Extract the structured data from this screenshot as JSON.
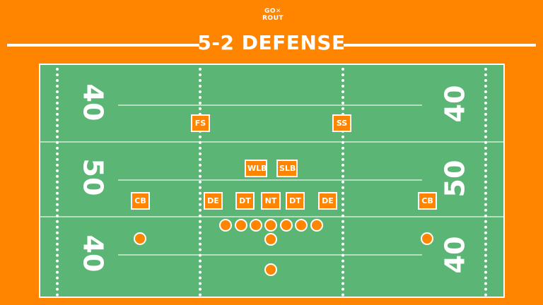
{
  "logo": {
    "line1": "GO✕",
    "line2": "ROUT"
  },
  "title": "5-2 DEFENSE",
  "field": {
    "yard_numbers_left": [
      "40",
      "50",
      "40"
    ],
    "yard_numbers_right": [
      "40",
      "50",
      "40"
    ]
  },
  "defense": {
    "players": [
      {
        "label": "FS"
      },
      {
        "label": "SS"
      },
      {
        "label": "WLB"
      },
      {
        "label": "SLB"
      },
      {
        "label": "CB"
      },
      {
        "label": "DE"
      },
      {
        "label": "DT"
      },
      {
        "label": "NT"
      },
      {
        "label": "DT"
      },
      {
        "label": "DE"
      },
      {
        "label": "CB"
      }
    ]
  },
  "offense": {
    "player_count": 11
  },
  "colors": {
    "background": "#ff8500",
    "field": "#5bb676",
    "lines": "#ffffff",
    "player": "#ff8500"
  }
}
